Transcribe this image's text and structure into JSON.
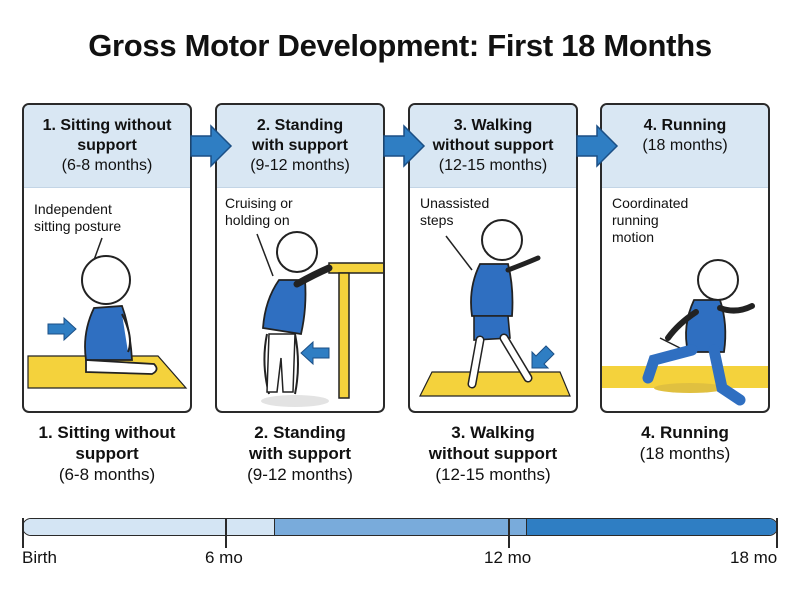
{
  "title": "Gross Motor Development: First 18 Months",
  "colors": {
    "header_bg": "#d9e7f3",
    "arrow_blue": "#2f7ec3",
    "body_blue": "#2f6fc1",
    "mat_yellow": "#f4d23c",
    "segment_light": "#d4e5f4",
    "segment_mid": "#79abdb",
    "segment_dark": "#2f7ec3"
  },
  "stages": [
    {
      "header": [
        "1. Sitting without",
        "support",
        "(6-8 months)"
      ],
      "note": [
        "Independent",
        "sitting posture"
      ],
      "caption": [
        "1. Sitting without",
        "support",
        "(6-8 months)"
      ]
    },
    {
      "header": [
        "2. Standing",
        "with support",
        "(9-12 months)"
      ],
      "note": [
        "Cruising or",
        "holding on"
      ],
      "caption": [
        "2. Standing",
        "with support",
        "(9-12 months)"
      ]
    },
    {
      "header": [
        "3. Walking",
        "without support",
        "(12-15 months)"
      ],
      "note": [
        "Unassisted",
        "steps"
      ],
      "caption": [
        "3. Walking",
        "without support",
        "(12-15 months)"
      ]
    },
    {
      "header": [
        "4. Running",
        "",
        "(18 months)"
      ],
      "note": [
        "Coordinated",
        "running",
        "motion"
      ],
      "caption": [
        "4. Running",
        "",
        "(18 months)"
      ]
    }
  ],
  "timeline": {
    "labels": [
      "Birth",
      "6 mo",
      "12 mo",
      "18 mo"
    ],
    "segments": [
      {
        "from_months": 0,
        "to_months": 6
      },
      {
        "from_months": 6,
        "to_months": 12
      },
      {
        "from_months": 12,
        "to_months": 18
      }
    ],
    "max_months": 18
  }
}
